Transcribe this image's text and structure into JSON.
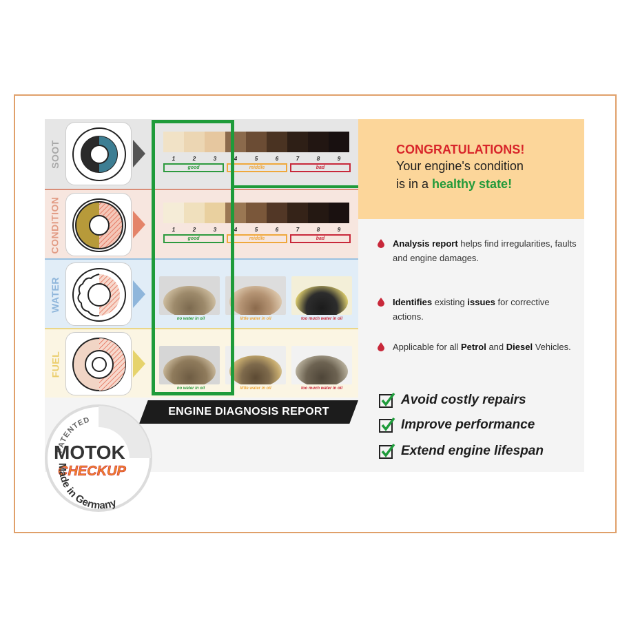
{
  "rows": {
    "soot": {
      "label": "SOOT"
    },
    "condition": {
      "label": "CONDITION"
    },
    "water": {
      "label": "WATER"
    },
    "fuel": {
      "label": "FUEL"
    }
  },
  "scale": {
    "numbers": [
      "1",
      "2",
      "3",
      "4",
      "5",
      "6",
      "7",
      "8",
      "9"
    ],
    "good": "good",
    "middle": "middle",
    "bad": "bad",
    "soot_colors": [
      "#f1e2c6",
      "#ecd6b3",
      "#e6c79f",
      "#8b6a4c",
      "#6b4c34",
      "#4a3322",
      "#2e1f16",
      "#221612",
      "#181010"
    ],
    "condition_colors": [
      "#f5ecd7",
      "#f0e0bd",
      "#e9d09f",
      "#9a7753",
      "#7a573a",
      "#523726",
      "#352318",
      "#241812",
      "#1a1110"
    ]
  },
  "water": {
    "labels": [
      "no water in oil",
      "little water in oil",
      "too much water in oil"
    ]
  },
  "fuel": {
    "labels": [
      "no water in oil",
      "little water in oil",
      "too much water in oil"
    ]
  },
  "report_title": "ENGINE DIAGNOSIS REPORT",
  "hero": {
    "line1": "CONGRATULATIONS!",
    "line2": "Your engine's condition",
    "line3_prefix": "is in a ",
    "line3_bold": "healthy state!"
  },
  "bullets": [
    {
      "bold": "Analysis report",
      "rest": " helps find irregularities, faults and engine damages."
    },
    {
      "bold": "Identifies",
      "mid": " existing ",
      "bold2": "issues",
      "rest": " for corrective actions."
    },
    {
      "pre": "Applicable for all ",
      "bold": "Petrol",
      "mid": " and ",
      "bold2": "Diesel",
      "rest": " Vehicles."
    }
  ],
  "checks": [
    "Avoid costly repairs",
    "Improve performance",
    "Extend engine lifespan"
  ],
  "seal": {
    "patented": "PATENTED",
    "brand_top": "MOTOK",
    "brand_bottom": "CHECKUP",
    "made_in": "Made in Germany"
  },
  "colors": {
    "green": "#1e9b3a",
    "red": "#d8252a",
    "orange": "#f0832a"
  }
}
